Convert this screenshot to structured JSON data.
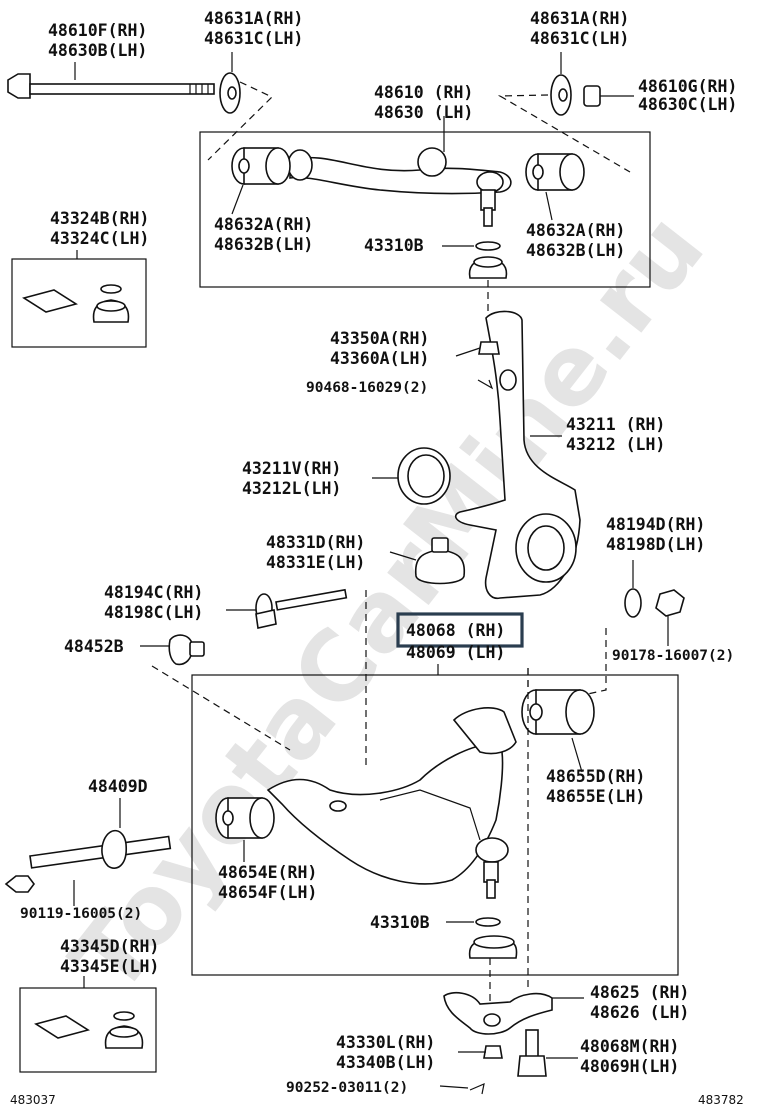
{
  "watermark": "ToyotaCarMine.ru",
  "labels": {
    "p48610F": [
      "48610F(RH)",
      "48630B(LH)"
    ],
    "p48631A_left": [
      "48631A(RH)",
      "48631C(LH)"
    ],
    "p48631A_right": [
      "48631A(RH)",
      "48631C(LH)"
    ],
    "p48610G": [
      "48610G(RH)",
      "48630C(LH)"
    ],
    "p48610": [
      "48610 (RH)",
      "48630 (LH)"
    ],
    "p48632A_left": [
      "48632A(RH)",
      "48632B(LH)"
    ],
    "p48632A_right": [
      "48632A(RH)",
      "48632B(LH)"
    ],
    "p43310B_top": "43310B",
    "p43324B": [
      "43324B(RH)",
      "43324C(LH)"
    ],
    "p43350A": [
      "43350A(RH)",
      "43360A(LH)"
    ],
    "p90468": "90468-16029(2)",
    "p43211": [
      "43211 (RH)",
      "43212 (LH)"
    ],
    "p43211V": [
      "43211V(RH)",
      "43212L(LH)"
    ],
    "p48331D": [
      "48331D(RH)",
      "48331E(LH)"
    ],
    "p48194D": [
      "48194D(RH)",
      "48198D(LH)"
    ],
    "p48194C": [
      "48194C(RH)",
      "48198C(LH)"
    ],
    "p48068_highlight": "48068 (RH)",
    "p48069": "48069 (LH)",
    "p48452B": "48452B",
    "p90178": "90178-16007(2)",
    "p48655D": [
      "48655D(RH)",
      "48655E(LH)"
    ],
    "p48409D": "48409D",
    "p48654E": [
      "48654E(RH)",
      "48654F(LH)"
    ],
    "p90119": "90119-16005(2)",
    "p43310B_bottom": "43310B",
    "p43345D": [
      "43345D(RH)",
      "43345E(LH)"
    ],
    "p48625": [
      "48625 (RH)",
      "48626 (LH)"
    ],
    "p43330L": [
      "43330L(RH)",
      "43340B(LH)"
    ],
    "p48068M": [
      "48068M(RH)",
      "48069H(LH)"
    ],
    "p90252": "90252-03011(2)"
  },
  "footer": {
    "left_code": "483037",
    "right_code": "483782"
  },
  "colors": {
    "highlight_box": "#2a3d4f",
    "line": "#111111"
  }
}
